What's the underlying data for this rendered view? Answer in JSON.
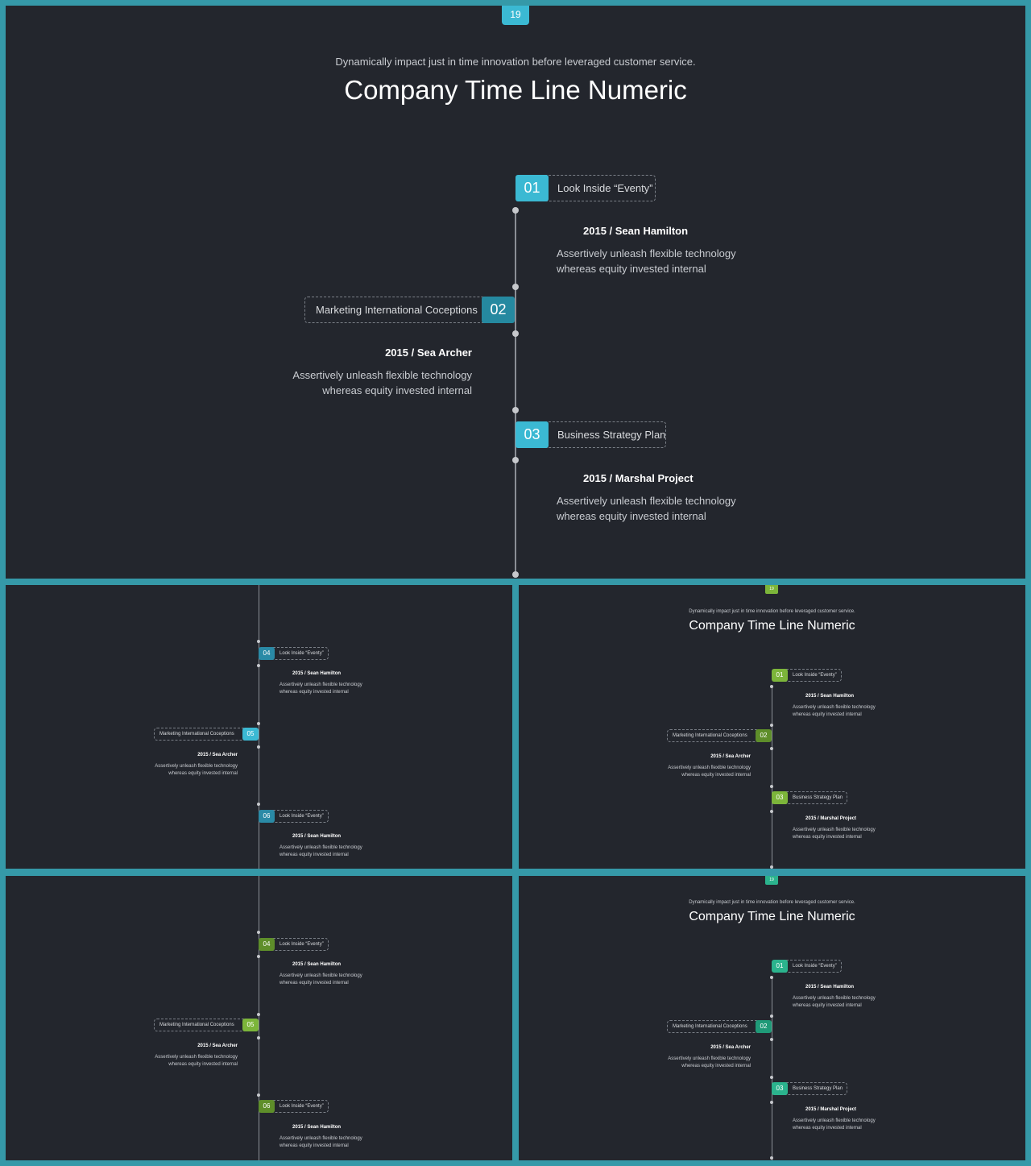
{
  "colors": {
    "frame": "#3599a8",
    "background": "#23262d",
    "cyan": "#3bb9d3",
    "teal_dark": "#2589a0",
    "blue_dark": "#2a8aa6",
    "green_light": "#7cb53a",
    "green_dark": "#5e8e2a",
    "emerald": "#2bb38d",
    "emerald_dark": "#1f9a78"
  },
  "page_number": "19",
  "subtitle": "Dynamically impact just in time innovation  before leveraged customer service.",
  "title": "Company Time Line Numeric",
  "desc_line1": "Assertively unleash flexible technology",
  "desc_line2": "whereas equity invested internal",
  "items": [
    {
      "num": "01",
      "label": "Look Inside “Eventy”",
      "year": "2015 / Sean Hamilton"
    },
    {
      "num": "02",
      "label": "Marketing International  Coceptions",
      "year": "2015 / Sea Archer"
    },
    {
      "num": "03",
      "label": "Business Strategy Plan",
      "year": "2015 / Marshal Project"
    },
    {
      "num": "04",
      "label": "Look Inside “Eventy”",
      "year": "2015 / Sean Hamilton"
    },
    {
      "num": "05",
      "label": "Marketing International  Coceptions",
      "year": "2015 / Sea Archer"
    },
    {
      "num": "06",
      "label": "Look Inside “Eventy”",
      "year": "2015 / Sean Hamilton"
    }
  ]
}
